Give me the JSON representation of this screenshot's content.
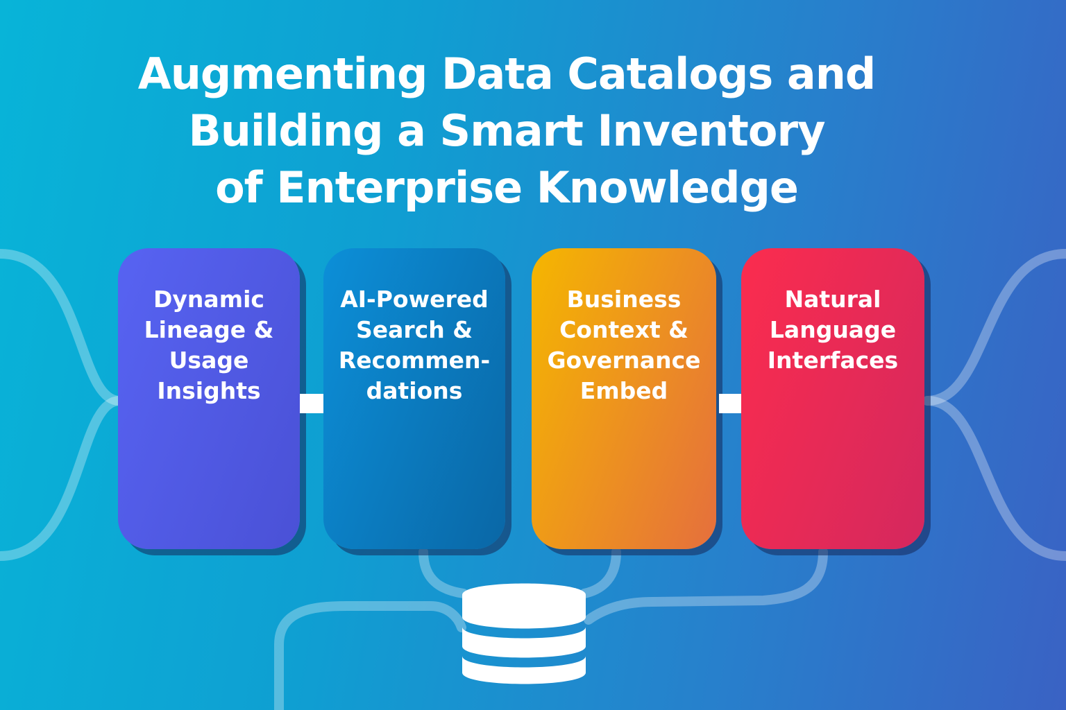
{
  "title_lines": [
    "Augmenting Data Catalogs and",
    "Building a Smart Inventory",
    "of Enterprise Knowledge"
  ],
  "cards": [
    {
      "lines": [
        "Dynamic",
        "Lineage &",
        "Usage",
        "Insights"
      ],
      "color_start": "#5763f2",
      "color_end": "#4a51d6"
    },
    {
      "lines": [
        "AI-Powered",
        "Search &",
        "Recommen-",
        "dations"
      ],
      "color_start": "#0c8fd8",
      "color_end": "#0a67a6"
    },
    {
      "lines": [
        "Business",
        "Context &",
        "Governance",
        "Embed"
      ],
      "color_start": "#f5b600",
      "color_end": "#e56f3d"
    },
    {
      "lines": [
        "Natural",
        "Language",
        "Interfaces"
      ],
      "color_start": "#fb2c4e",
      "color_end": "#d4285e"
    }
  ],
  "icons": {
    "center": "database-icon"
  }
}
